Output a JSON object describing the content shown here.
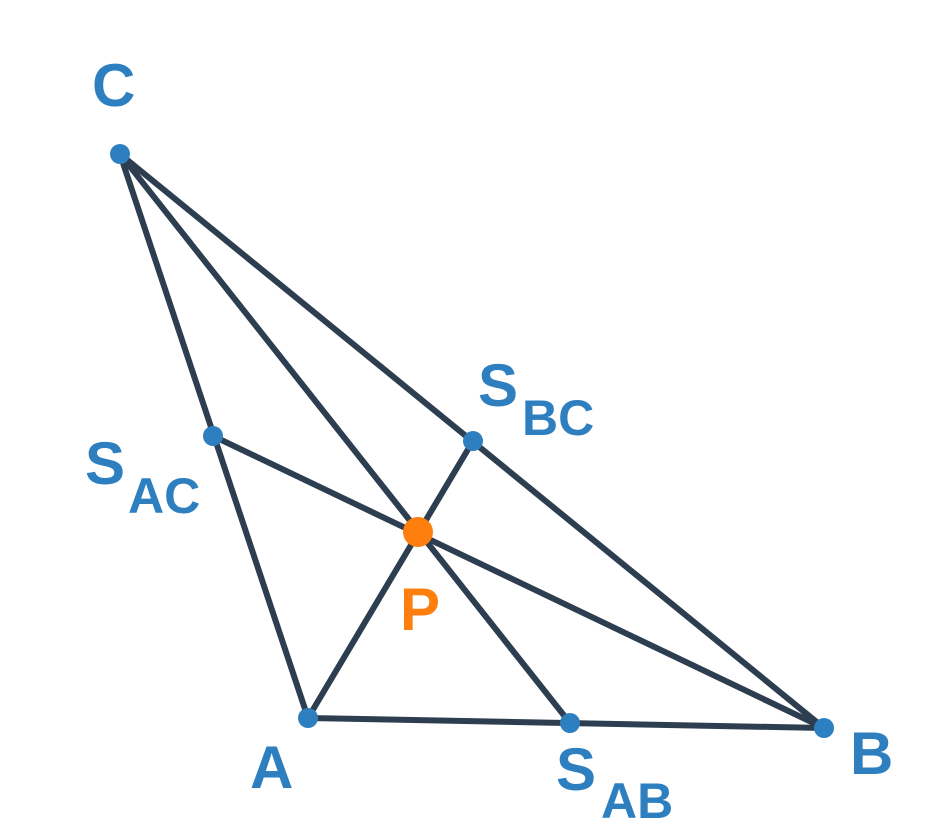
{
  "colors": {
    "line": "#2d3e50",
    "vertex": "#2e7fbf",
    "point_p": "#ff7f0e",
    "label": "#2e7fbf",
    "label_p": "#ff7f0e"
  },
  "labels": {
    "A": "A",
    "B": "B",
    "C": "C",
    "P": "P",
    "S_AC_main": "S",
    "S_AC_sub": "AC",
    "S_BC_main": "S",
    "S_BC_sub": "BC",
    "S_AB_main": "S",
    "S_AB_sub": "AB"
  }
}
